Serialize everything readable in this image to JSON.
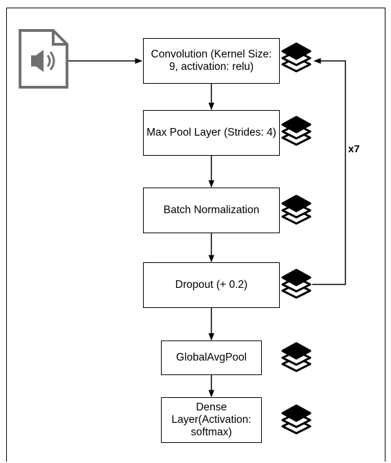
{
  "diagram": {
    "nodes": [
      {
        "id": "conv",
        "label": "Convolution (Kernel Size: 9, activation: relu)"
      },
      {
        "id": "maxpool",
        "label": "Max Pool Layer (Strides: 4)"
      },
      {
        "id": "batchnorm",
        "label": "Batch Normalization"
      },
      {
        "id": "dropout",
        "label": "Dropout (+ 0.2)"
      },
      {
        "id": "globalavgpool",
        "label": "GlobalAvgPool"
      },
      {
        "id": "dense",
        "label": "Dense Layer(Activation: softmax)"
      }
    ],
    "loop_label": "x7",
    "input_icon": "audio-file-icon",
    "layer_icon": "layers-stack-icon"
  }
}
